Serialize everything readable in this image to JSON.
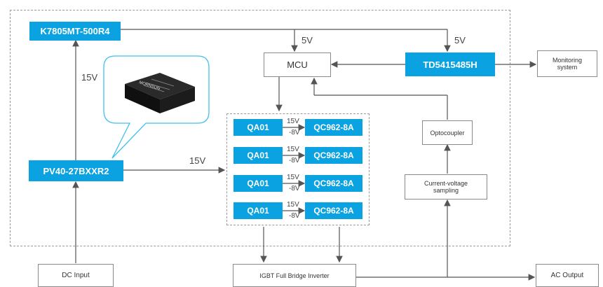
{
  "colors": {
    "accent": "#0aa2e0",
    "line": "#555555",
    "dashed_border": "#9a9a9a"
  },
  "blocks": {
    "k7805": "K7805MT-500R4",
    "pv40": "PV40-27BXXR2",
    "mcu": "MCU",
    "td541": "TD5415485H",
    "monitoring": "Monitoring system",
    "optocoupler": "Optocoupler",
    "cv_sampling": "Current-voltage sampling",
    "dc_input": "DC Input",
    "igbt": "IGBT Full Bridge Inverter",
    "ac_output": "AC Output"
  },
  "driver_rows": [
    {
      "qa": "QA01",
      "qc": "QC962-8A",
      "pos": "15V",
      "neg": "-8V"
    },
    {
      "qa": "QA01",
      "qc": "QC962-8A",
      "pos": "15V",
      "neg": "-8V"
    },
    {
      "qa": "QA01",
      "qc": "QC962-8A",
      "pos": "15V",
      "neg": "-8V"
    },
    {
      "qa": "QA01",
      "qc": "QC962-8A",
      "pos": "15V",
      "neg": "-8V"
    }
  ],
  "labels": {
    "v5_mcu": "5V",
    "v5_td": "5V",
    "v15_left": "15V",
    "v15_mid": "15V"
  },
  "product_photo_text": "MORNSUN"
}
